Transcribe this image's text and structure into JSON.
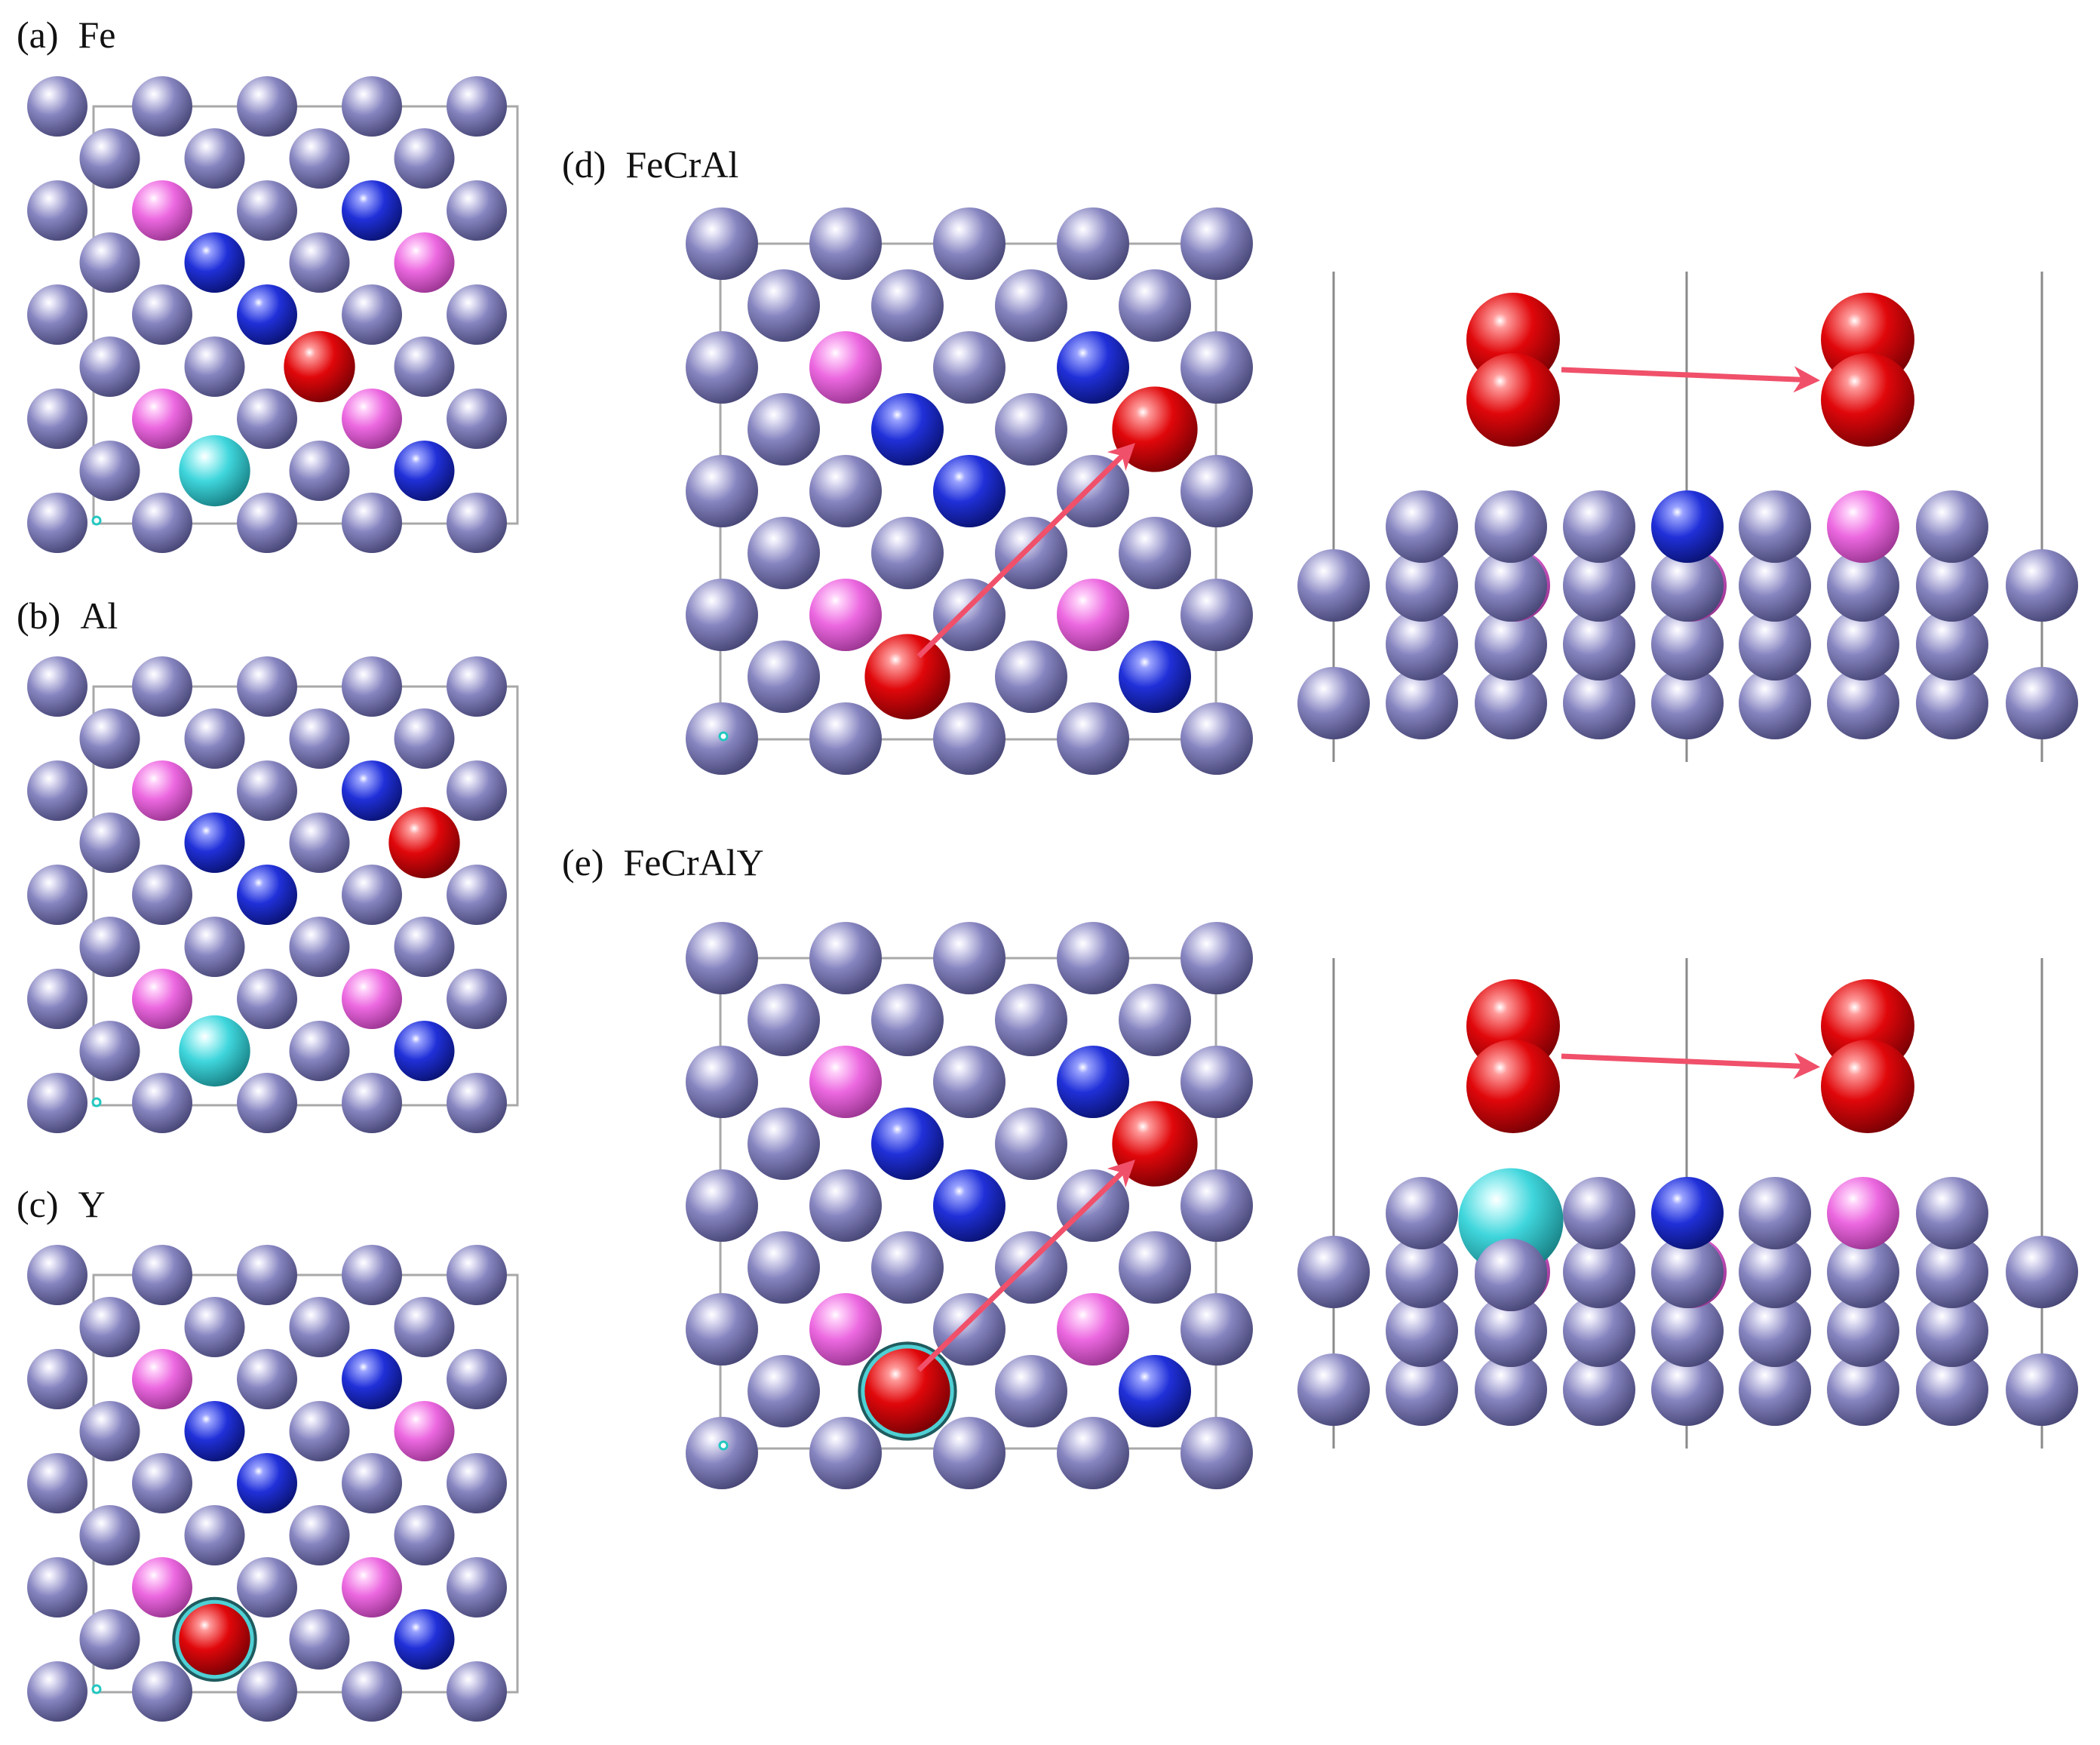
{
  "panels": [
    {
      "id": "a",
      "tag": "(a)",
      "name": "Fe"
    },
    {
      "id": "b",
      "tag": "(b)",
      "name": "Al"
    },
    {
      "id": "c",
      "tag": "(c)",
      "name": "Y"
    },
    {
      "id": "d",
      "tag": "(d)",
      "name": "FeCrAl"
    },
    {
      "id": "e",
      "tag": "(e)",
      "name": "FeCrAlY"
    }
  ],
  "colors": {
    "fe": "#7a78b0",
    "cr": "#1c25c8",
    "al": "#ec68e0",
    "oxygen": "#e0070a",
    "yttrium": "#3fd6dc",
    "arrow": "#f0506a",
    "cell": "#a8a8a8"
  },
  "notes": {
    "atoms": "Gray-violet spheres are Fe host atoms; blue, magenta, red and cyan spheres are solute/adsorbate atoms.",
    "arrows": "Red arrows indicate O migration paths."
  }
}
